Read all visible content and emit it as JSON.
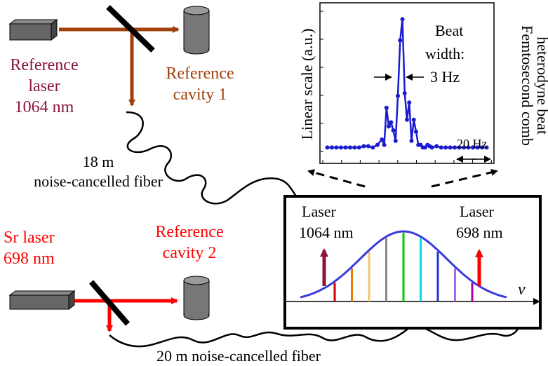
{
  "top": {
    "reference_laser": [
      "Reference",
      "laser",
      "1064 nm"
    ],
    "reference_cavity": [
      "Reference",
      "cavity 1"
    ],
    "fiber": [
      "18 m",
      "noise-cancelled fiber"
    ]
  },
  "bottom": {
    "sr_laser": [
      "Sr laser",
      "698 nm"
    ],
    "reference_cavity": [
      "Reference",
      "cavity 2"
    ],
    "fiber": "20 m noise-cancelled fiber"
  },
  "comb": {
    "laser_left": [
      "Laser",
      "1064 nm"
    ],
    "laser_right": [
      "Laser",
      "698 nm"
    ],
    "axis_symbol": "ν",
    "tooth_colors": [
      "#cc0000",
      "#ee7700",
      "#f2c46a",
      "#888888",
      "#00cc00",
      "#00ddee",
      "#2233cc",
      "#aa66ee",
      "#aa00aa"
    ]
  },
  "inset": {
    "ylabel": "Linear scale (a.u.)",
    "side_title": [
      "Femtosecond comb",
      "heterodyne beat"
    ],
    "beat_label": [
      "Beat",
      "width:",
      "3 Hz"
    ],
    "scale_label": "20 Hz"
  },
  "colors": {
    "top_beam": "#a0400a",
    "ref_laser_text": "#8b1538",
    "cavity1_text": "#a0400a",
    "red": "#ff0000",
    "trace": "#1a1ad0",
    "comb_env": "#3b3bdd"
  },
  "chart_data": {
    "type": "line",
    "title": "",
    "xlabel": "",
    "ylabel": "Linear scale (a.u.)",
    "x": [
      -35,
      -33,
      -31,
      -29,
      -27,
      -25,
      -23,
      -21,
      -19,
      -17,
      -15,
      -13,
      -11,
      -10,
      -9,
      -8,
      -7,
      -6,
      -5,
      -4,
      -3,
      -2,
      -1,
      0,
      1,
      2,
      3,
      4,
      5,
      6,
      7,
      8,
      9,
      10,
      11,
      13,
      15,
      17,
      19,
      21,
      23,
      25,
      27,
      29,
      31,
      33,
      35
    ],
    "y": [
      0.03,
      0.03,
      0.03,
      0.03,
      0.03,
      0.03,
      0.03,
      0.03,
      0.04,
      0.04,
      0.03,
      0.05,
      0.09,
      0.05,
      0.33,
      0.19,
      0.22,
      0.16,
      0.08,
      0.42,
      0.84,
      1.0,
      0.44,
      0.24,
      0.37,
      0.08,
      0.24,
      0.15,
      0.05,
      0.05,
      0.03,
      0.03,
      0.05,
      0.04,
      0.03,
      0.04,
      0.03,
      0.03,
      0.03,
      0.03,
      0.03,
      0.03,
      0.03,
      0.03,
      0.03,
      0.03,
      0.03
    ],
    "ylim": [
      0,
      1.05
    ],
    "xlim": [
      -37,
      37
    ],
    "grid": false
  }
}
